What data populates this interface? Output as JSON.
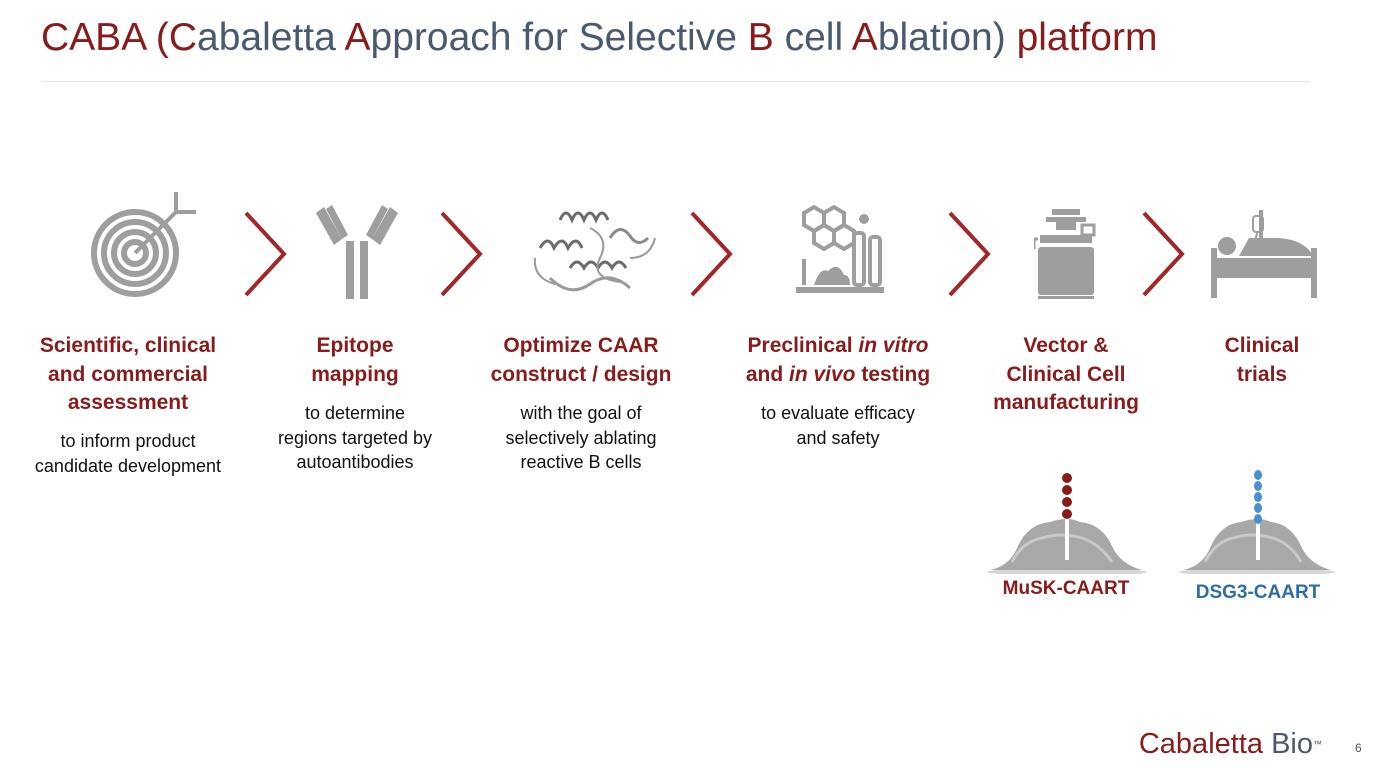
{
  "title": {
    "p1": "CABA (",
    "p2": "C",
    "p3": "abaletta ",
    "p4": "A",
    "p5": "pproach for Selective ",
    "p6": "B",
    "p7": " cell ",
    "p8": "A",
    "p9": "blation)",
    "p10": " platform"
  },
  "steps": [
    {
      "icon": "target-icon",
      "title_lines": [
        "Scientific, clinical",
        "and commercial",
        "assessment"
      ],
      "desc_lines": [
        "to inform product",
        "candidate development"
      ]
    },
    {
      "icon": "antibody-icon",
      "title_lines": [
        "Epitope",
        "mapping"
      ],
      "desc_lines": [
        "to determine",
        "regions targeted by",
        "autoantibodies"
      ]
    },
    {
      "icon": "protein-structure-icon",
      "title_lines": [
        "Optimize CAAR",
        "construct / design"
      ],
      "desc_lines": [
        "with the goal of",
        "selectively ablating",
        "reactive B cells"
      ]
    },
    {
      "icon": "lab-testing-icon",
      "title_parts": {
        "l1a": "Preclinical ",
        "l1b": "in vitro",
        "l2a": "and ",
        "l2b": "in vivo",
        "l2c": " testing"
      },
      "desc_lines": [
        "to evaluate efficacy",
        "and safety"
      ]
    },
    {
      "icon": "bioreactor-icon",
      "title_lines": [
        "Vector &",
        "Clinical Cell",
        "manufacturing"
      ]
    },
    {
      "icon": "hospital-bed-icon",
      "title_lines": [
        "Clinical",
        "trials"
      ]
    }
  ],
  "products": [
    {
      "label": "MuSK-CAART",
      "color": "#8b1a1a"
    },
    {
      "label": "DSG3-CAART",
      "color": "#2e6ea6"
    }
  ],
  "logo": {
    "part1": "Cabaletta",
    "part2": " Bio",
    "tm": "™"
  },
  "page_number": "6",
  "colors": {
    "accent": "#8b1a1a",
    "slate": "#4a5a6e",
    "icon_gray": "#9e9e9e",
    "blue": "#2e6ea6"
  }
}
